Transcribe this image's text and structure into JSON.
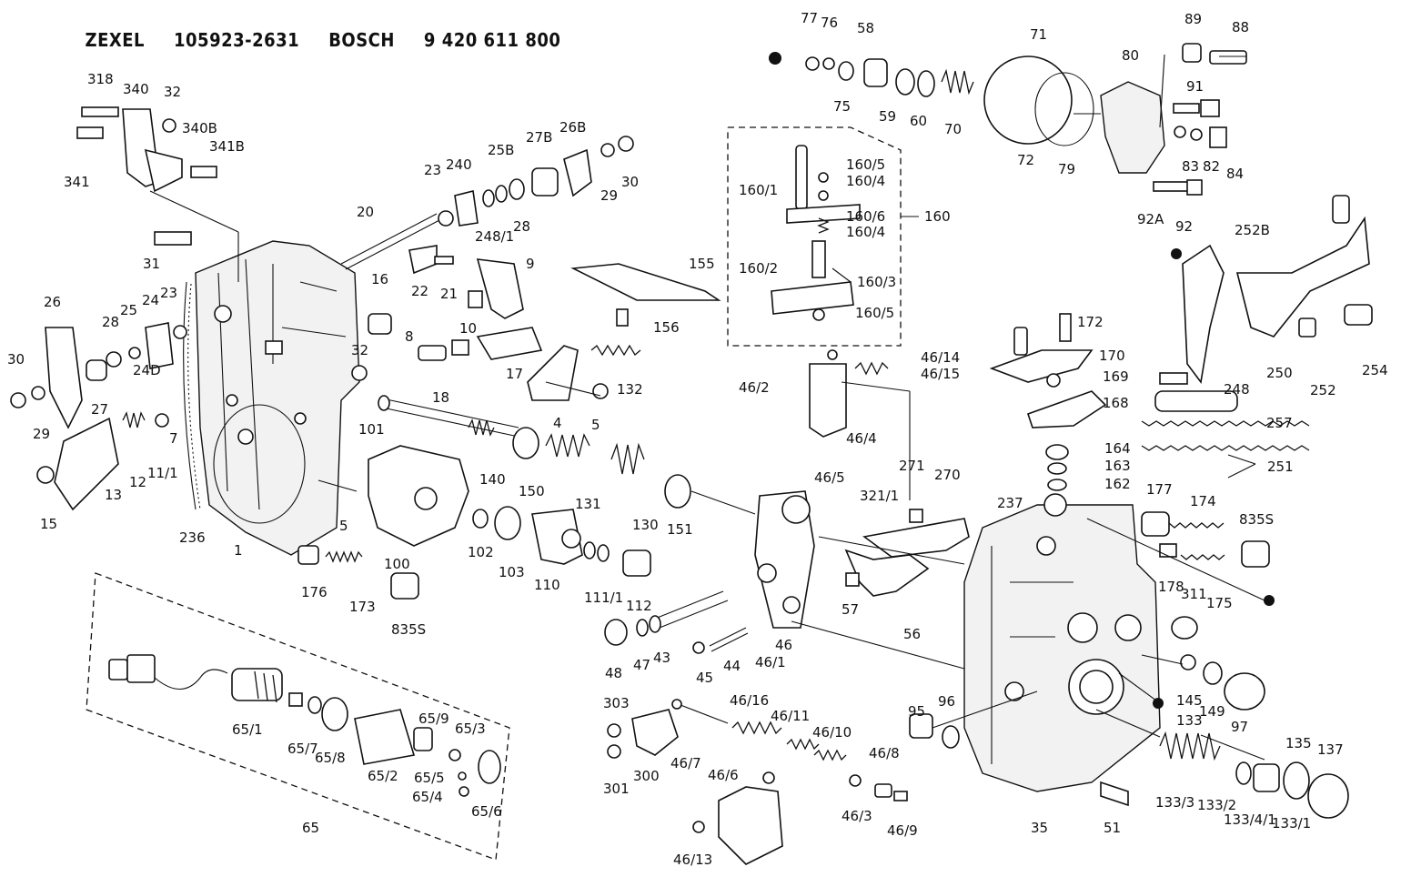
{
  "header": {
    "brand1": "ZEXEL",
    "part1": "105923-2631",
    "brand2": "BOSCH",
    "part2": "9 420 611 800"
  },
  "callouts": {
    "c318": "318",
    "c340": "340",
    "c32a": "32",
    "c340b": "340B",
    "c341b": "341B",
    "c341": "341",
    "c31": "31",
    "c26": "26",
    "c28": "28",
    "c25": "25",
    "c24": "24",
    "c23a": "23",
    "c30a": "30",
    "c29a": "29",
    "c27": "27",
    "c24d": "24D",
    "c12": "12",
    "c11_1": "11/1",
    "c7": "7",
    "c13": "13",
    "c15": "15",
    "c236": "236",
    "c1": "1",
    "c5a": "5",
    "c20": "20",
    "c23b": "23",
    "c240": "240",
    "c25b": "25B",
    "c27b": "27B",
    "c26b": "26B",
    "c248_1": "248/1",
    "c28b": "28",
    "c29b": "29",
    "c30b": "30",
    "c22": "22",
    "c21": "21",
    "c9": "9",
    "c16": "16",
    "c32b": "32",
    "c8": "8",
    "c18": "18",
    "c10": "10",
    "c17": "17",
    "c101": "101",
    "c140": "140",
    "c100": "100",
    "c150": "150",
    "c131": "131",
    "c130": "130",
    "c151": "151",
    "c4": "4",
    "c5b": "5",
    "c132": "132",
    "c155": "155",
    "c156": "156",
    "c102": "102",
    "c103": "103",
    "c110": "110",
    "c111_1": "111/1",
    "c112": "112",
    "c176": "176",
    "c173": "173",
    "c835s_a": "835S",
    "c48": "48",
    "c47": "47",
    "c43": "43",
    "c45": "45",
    "c44": "44",
    "c46": "46",
    "c46_1": "46/1",
    "c46_5": "46/5",
    "c321_1": "321/1",
    "c271": "271",
    "c270": "270",
    "c57": "57",
    "c56": "56",
    "c160_5a": "160/5",
    "c160_4a": "160/4",
    "c160_1": "160/1",
    "c160_6": "160/6",
    "c160_4b": "160/4",
    "c160": "160",
    "c160_2": "160/2",
    "c160_3": "160/3",
    "c160_5b": "160/5",
    "c46_14": "46/14",
    "c46_15": "46/15",
    "c46_2": "46/2",
    "c46_4": "46/4",
    "c77": "77",
    "c76": "76",
    "c58": "58",
    "c71": "71",
    "c80": "80",
    "c89": "89",
    "c88": "88",
    "c75": "75",
    "c59": "59",
    "c60": "60",
    "c70": "70",
    "c72": "72",
    "c79": "79",
    "c91": "91",
    "c83": "83",
    "c82": "82",
    "c84": "84",
    "c92a": "92A",
    "c92": "92",
    "c172": "172",
    "c170": "170",
    "c169": "169",
    "c168": "168",
    "c164": "164",
    "c163": "163",
    "c162": "162",
    "c252b": "252B",
    "c254": "254",
    "c250": "250",
    "c252": "252",
    "c248": "248",
    "c257": "257",
    "c251": "251",
    "c237": "237",
    "c177": "177",
    "c174": "174",
    "c835s_b": "835S",
    "c178": "178",
    "c311": "311",
    "c175": "175",
    "c145": "145",
    "c149": "149",
    "c97": "97",
    "c95": "95",
    "c96": "96",
    "c133": "133",
    "c135": "135",
    "c137": "137",
    "c133_3": "133/3",
    "c133_2": "133/2",
    "c133_4_1": "133/4/1",
    "c133_1": "133/1",
    "c35": "35",
    "c51": "51",
    "c303": "303",
    "c301": "301",
    "c300": "300",
    "c46_7": "46/7",
    "c46_16": "46/16",
    "c46_11": "46/11",
    "c46_10": "46/10",
    "c46_8": "46/8",
    "c46_6": "46/6",
    "c46_3": "46/3",
    "c46_9": "46/9",
    "c46_13": "46/13",
    "c65_1": "65/1",
    "c65_7": "65/7",
    "c65_8": "65/8",
    "c65_2": "65/2",
    "c65_9": "65/9",
    "c65_3": "65/3",
    "c65_5": "65/5",
    "c65_4": "65/4",
    "c65_6": "65/6",
    "c65": "65"
  }
}
